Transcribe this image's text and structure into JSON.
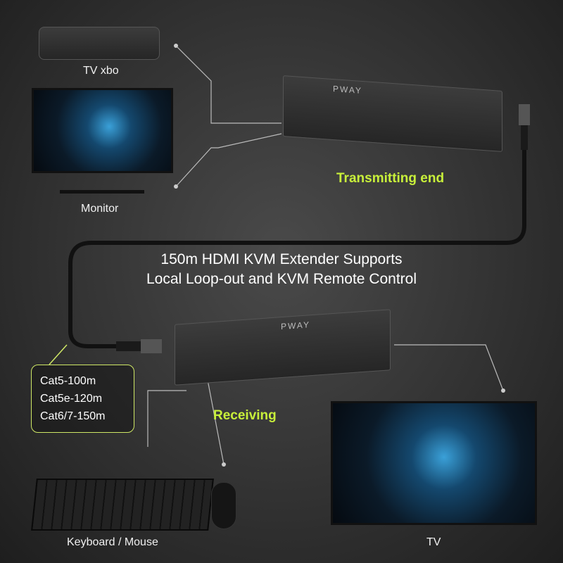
{
  "headline": {
    "line1": "150m HDMI KVM Extender Supports",
    "line2": "Local Loop-out and KVM Remote Control"
  },
  "devices": {
    "tv_box": "TV xbo",
    "monitor": "Monitor",
    "transmitter": "Transmitting end",
    "receiver": "Receiving",
    "keyboard_mouse": "Keyboard / Mouse",
    "tv": "TV"
  },
  "brand": "PWAY",
  "cable_specs": [
    "Cat5-100m",
    "Cat5e-120m",
    "Cat6/7-150m"
  ],
  "colors": {
    "accent": "#c8f03a",
    "background": "#303030"
  }
}
